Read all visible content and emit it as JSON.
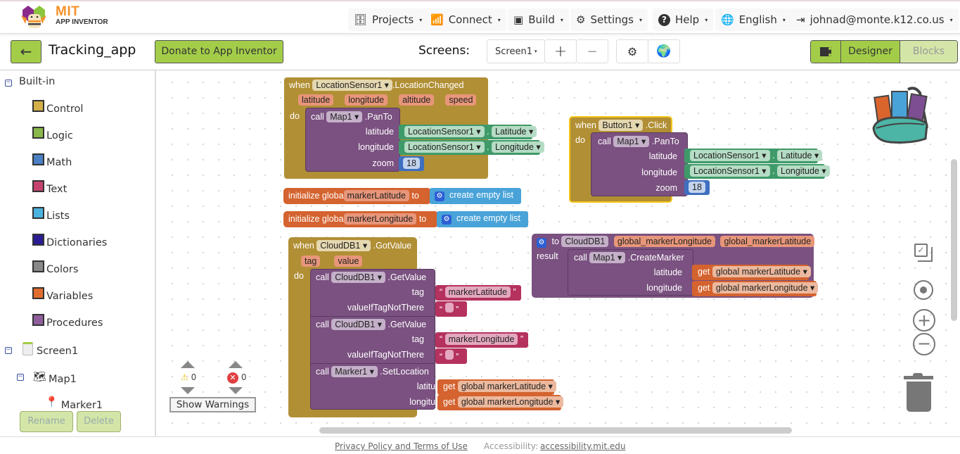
{
  "header": {
    "logo_title": "MIT",
    "logo_subtitle": "APP INVENTOR",
    "menu": [
      {
        "label": "Projects",
        "icon": "projects-icon"
      },
      {
        "label": "Connect",
        "icon": "connect-icon"
      },
      {
        "label": "Build",
        "icon": "build-icon"
      },
      {
        "label": "Settings",
        "icon": "gear-icon"
      },
      {
        "label": "Help",
        "icon": "help-icon"
      },
      {
        "label": "English",
        "icon": "globe-icon"
      },
      {
        "label": "johnad@monte.k12.co.us",
        "icon": "logout-icon"
      }
    ]
  },
  "toolbar": {
    "back_label": "←",
    "project_name": "Tracking_app",
    "donate_label": "Donate to App Inventor",
    "screens_label": "Screens:",
    "screen_selected": "Screen1",
    "add_screen": "+",
    "remove_screen": "−",
    "designer_label": "Designer",
    "blocks_label": "Blocks"
  },
  "sidebar": {
    "builtin_label": "Built-in",
    "categories": [
      {
        "label": "Control",
        "color": "#d4ae48"
      },
      {
        "label": "Logic",
        "color": "#8bb84b"
      },
      {
        "label": "Math",
        "color": "#4a80c4"
      },
      {
        "label": "Text",
        "color": "#c5416f"
      },
      {
        "label": "Lists",
        "color": "#4ab3df"
      },
      {
        "label": "Dictionaries",
        "color": "#2a1d92"
      },
      {
        "label": "Colors",
        "color": "#888888"
      },
      {
        "label": "Variables",
        "color": "#e06d2e"
      },
      {
        "label": "Procedures",
        "color": "#8f5f9b"
      }
    ],
    "components": [
      {
        "label": "Screen1"
      },
      {
        "label": "Map1"
      },
      {
        "label": "Marker1"
      }
    ],
    "rename_label": "Rename",
    "delete_label": "Delete"
  },
  "blocks": {
    "loc_changed": {
      "when": "when",
      "component": "LocationSensor1",
      "event": ".LocationChanged",
      "params": [
        "latitude",
        "longitude",
        "altitude",
        "speed"
      ],
      "do": "do",
      "call": "call",
      "target": "Map1",
      "method": ".PanTo",
      "arg_lat": "latitude",
      "arg_lng": "longitude",
      "arg_zoom": "zoom",
      "lat_comp": "LocationSensor1",
      "lat_prop": "Latitude",
      "lng_comp": "LocationSensor1",
      "lng_prop": "Longitude",
      "zoom_val": "18"
    },
    "button_click": {
      "when": "when",
      "component": "Button1",
      "event": ".Click",
      "do": "do",
      "call": "call",
      "target": "Map1",
      "method": ".PanTo",
      "arg_lat": "latitude",
      "arg_lng": "longitude",
      "arg_zoom": "zoom",
      "lat_comp": "LocationSensor1",
      "lat_prop": "Latitude",
      "lng_comp": "LocationSensor1",
      "lng_prop": "Longitude",
      "zoom_val": "18"
    },
    "init1": {
      "prefix": "initialize globa",
      "name": "markerLatitude",
      "to": "to",
      "value": "create empty list"
    },
    "init2": {
      "prefix": "initialize globa",
      "name": "markerLongitude",
      "to": "to",
      "value": "create empty list"
    },
    "proc": {
      "to": "to",
      "name": "CloudDB1",
      "p1": "global_markerLongitude",
      "p2": "global_markerLatitude",
      "result": "result",
      "call": "call",
      "target": "Map1",
      "method": ".CreateMarker",
      "arg_lat": "latitude",
      "arg_lng": "longitude",
      "get": "get",
      "lat_var": "global markerLatitude",
      "lng_var": "global markerLongitude"
    },
    "got_value": {
      "when": "when",
      "component": "CloudDB1",
      "event": ".GotValue",
      "params": [
        "tag",
        "value"
      ],
      "do": "do",
      "c1_call": "call",
      "c1_target": "CloudDB1",
      "c1_method": ".GetValue",
      "c1_tag_lbl": "tag",
      "c1_tag_val": "markerLatitude",
      "c1_def_lbl": "valueIfTagNotThere",
      "c2_call": "call",
      "c2_target": "CloudDB1",
      "c2_method": ".GetValue",
      "c2_tag_lbl": "tag",
      "c2_tag_val": "markerLongitude",
      "c2_def_lbl": "valueIfTagNotThere",
      "c3_call": "call",
      "c3_target": "Marker1",
      "c3_method": ".SetLocation",
      "c3_lat_lbl": "latitude",
      "c3_lng_lbl": "longitude",
      "get": "get",
      "lat_var": "global markerLatitude",
      "lng_var": "global markerLongitude"
    }
  },
  "warnings": {
    "warning_count": "0",
    "error_count": "0",
    "show_label": "Show Warnings"
  },
  "footer": {
    "privacy": "Privacy Policy and Terms of Use",
    "access_label": "Accessibility:",
    "access_link": "accessibility.mit.edu"
  }
}
